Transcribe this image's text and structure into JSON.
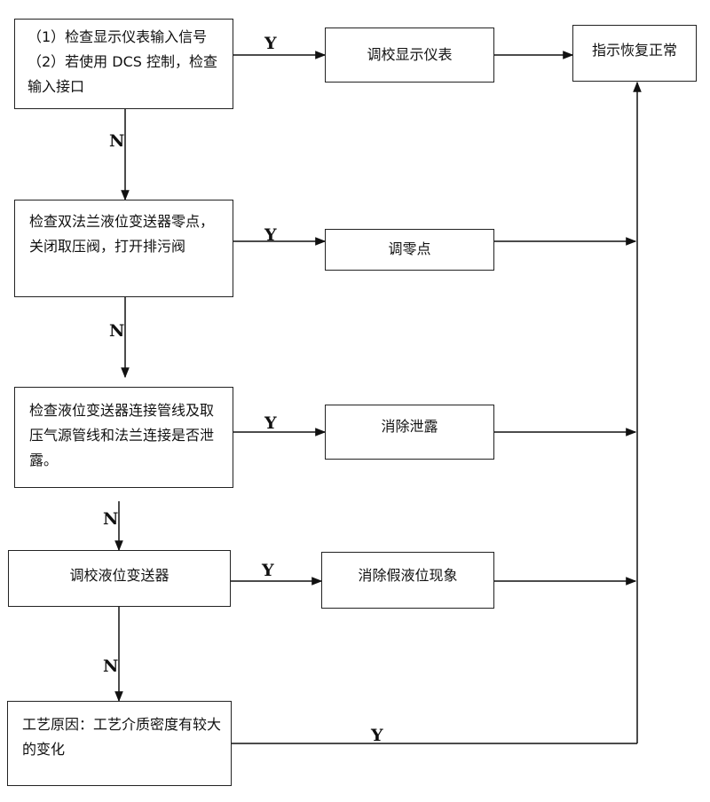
{
  "flowchart": {
    "check1": "（1）检查显示仪表输入信号\n（2）若使用 DCS 控制，检查输入接口",
    "action1": "调校显示仪表",
    "result": "指示恢复正常",
    "check2": "检查双法兰液位变送器零点，关闭取压阀，打开排污阀",
    "action2": "调零点",
    "check3": "检查液位变送器连接管线及取压气源管线和法兰连接是否泄露。",
    "action3": "消除泄露",
    "check4": "调校液位变送器",
    "action4": "消除假液位现象",
    "check5": "工艺原因：工艺介质密度有较大的变化",
    "yes": "Y",
    "no": "N"
  }
}
